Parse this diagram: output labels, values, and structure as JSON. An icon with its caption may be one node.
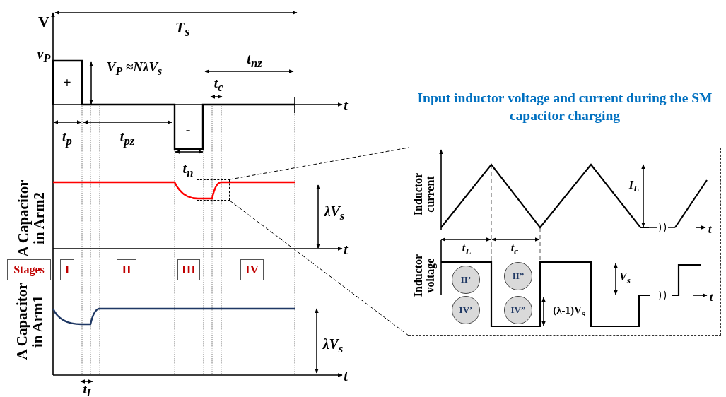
{
  "diagram": {
    "nodes": [
      {
        "text": [
          "Stages"
        ]
      },
      {
        "text": [
          "I"
        ]
      },
      {
        "text": [
          "II"
        ]
      },
      {
        "text": [
          "III"
        ]
      },
      {
        "text": [
          "IV"
        ]
      },
      {
        "text": [],
        "shape": "box"
      },
      {
        "text": [
          "Input inductor voltage and current during the SM capacitor charging"
        ]
      },
      {
        "text": [
          "II’"
        ],
        "in": 6
      },
      {
        "text": [
          "II”"
        ],
        "in": 6
      },
      {
        "text": [
          "IV’"
        ],
        "in": 6
      },
      {
        "text": [
          "IV”"
        ],
        "in": 6
      }
    ],
    "edges": [
      {
        "from": 5,
        "to": 6,
        "arrow": "none",
        "style": "dashed"
      },
      {
        "from": 5,
        "to": 6,
        "arrow": "none",
        "style": "dashed"
      }
    ],
    "labels": [
      "V",
      "T$_{s}$",
      "v$_{P}$",
      "+",
      "V$_{P}$ ≈NλV$_{s}$",
      "t$_{nz}$",
      "t$_{c}$",
      "t",
      "t$_{p}$",
      "t$_{pz}$",
      "-",
      "t$_{n}$",
      "A Capacitor in Arm2",
      "λV$_{s}$",
      "t",
      "A Capacitor in Arm1",
      "λV$_{s}$",
      "t",
      "t$_{I}$",
      "Inductor current",
      "I$_{L}$",
      "t",
      "t$_{L}$",
      "t$_{c}$",
      "Inductor voltage",
      "V$_{s}$",
      "(λ-1)V$_{s}$",
      "t"
    ]
  }
}
